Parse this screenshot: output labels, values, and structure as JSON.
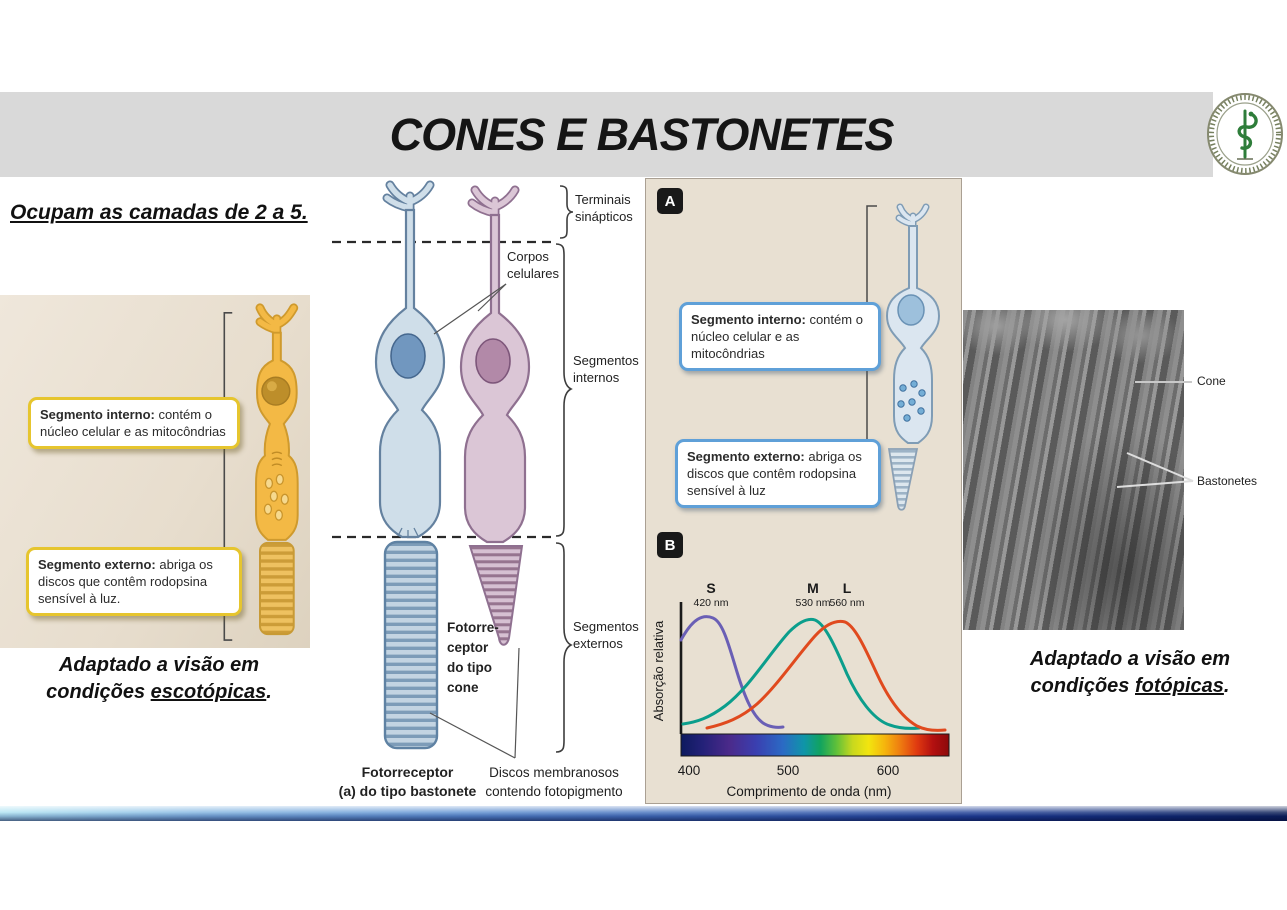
{
  "title": "CONES E BASTONETES",
  "intro": "Ocupam as camadas de 2 a 5.",
  "left_figure": {
    "box_interno_bold": "Segmento interno:",
    "box_interno_rest": " contém o núcleo celular e as mitocôndrias",
    "box_externo_bold": "Segmento externo:",
    "box_externo_rest": " abriga os discos que contêm rodopsina sensível à luz."
  },
  "left_caption": {
    "line1": "Adaptado a visão em",
    "line2_pre": "condições ",
    "line2_underlined": "escotópicas",
    "line2_post": "."
  },
  "right_caption": {
    "line1": "Adaptado a visão em",
    "line2_pre": "condições ",
    "line2_underlined": "fotópicas",
    "line2_post": "."
  },
  "center_figure": {
    "terminais_line1": "Terminais",
    "terminais_line2": "sinápticos",
    "corpos_line1": "Corpos",
    "corpos_line2": "celulares",
    "seg_internos_line1": "Segmentos",
    "seg_internos_line2": "internos",
    "seg_externos_line1": "Segmentos",
    "seg_externos_line2": "externos",
    "cone_label_line1": "Fotorre-",
    "cone_label_line2": "ceptor",
    "cone_label_line3": "do tipo",
    "cone_label_line4": "cone",
    "bastonete_line1": "Fotorreceptor",
    "bastonete_line2": "(a)  do tipo bastonete",
    "discos_line1": "Discos membranosos",
    "discos_line2": "contendo fotopigmento"
  },
  "panel_figure": {
    "badge_a": "A",
    "badge_b": "B",
    "box_interno_bold": "Segmento interno:",
    "box_interno_rest": " contém o núcleo celular e as mitocôndrias",
    "box_externo_bold": "Segmento externo:",
    "box_externo_rest": " abriga os discos que contêm rodopsina sensível à luz"
  },
  "chart_data": {
    "type": "line",
    "title": "",
    "ylabel": "Absorção relativa",
    "xlabel": "Comprimento de onda (nm)",
    "x_ticks": [
      "400",
      "500",
      "600"
    ],
    "xlim": [
      395,
      665
    ],
    "grid": false,
    "x_axis_spectrum_bar": true,
    "legend_position": "none",
    "series": [
      {
        "name": "S",
        "peak_nm": 420,
        "peak_label": "420 nm",
        "color": "#6a5fb5"
      },
      {
        "name": "M",
        "peak_nm": 530,
        "peak_label": "530 nm",
        "color": "#0b9e8c"
      },
      {
        "name": "L",
        "peak_nm": 560,
        "peak_label": "560 nm",
        "color": "#e04a1e"
      }
    ]
  },
  "em_figure": {
    "label_cone": "Cone",
    "label_bastonetes": "Bastonetes"
  },
  "colors": {
    "banner_bg": "#d9d9d9",
    "yellow_callout_border": "#e6c52e",
    "blue_callout_border": "#5fa0d8",
    "footer_blue_dark": "#0a1d55"
  }
}
